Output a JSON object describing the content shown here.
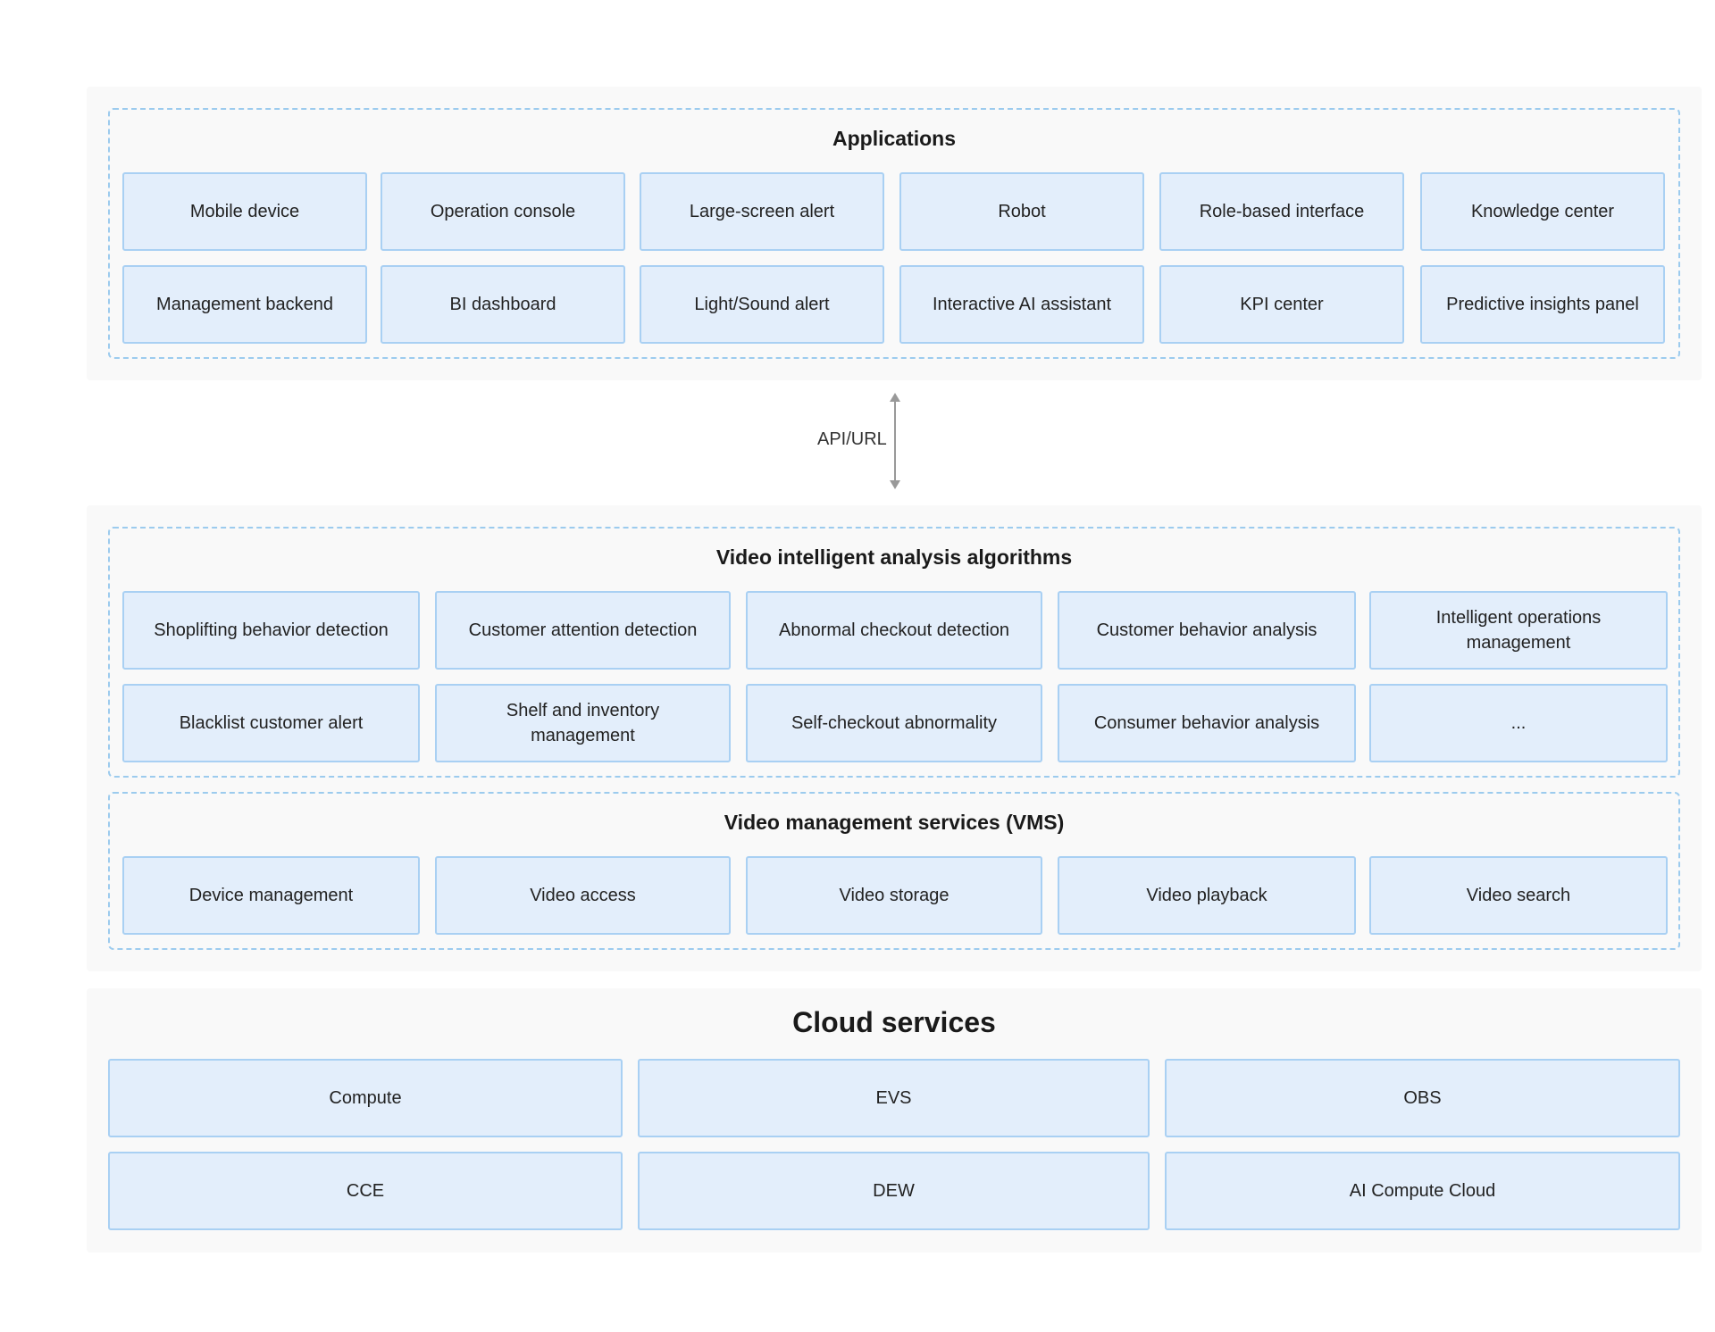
{
  "applications": {
    "title": "Applications",
    "items": [
      "Mobile device",
      "Operation console",
      "Large-screen alert",
      "Robot",
      "Role-based interface",
      "Knowledge center",
      "Management backend",
      "BI dashboard",
      "Light/Sound alert",
      "Interactive AI assistant",
      "KPI center",
      "Predictive insights panel"
    ]
  },
  "connector": {
    "label": "API/URL"
  },
  "algorithms": {
    "title": "Video intelligent analysis algorithms",
    "items": [
      "Shoplifting behavior detection",
      "Customer attention detection",
      "Abnormal checkout detection",
      "Customer behavior analysis",
      "Intelligent operations management",
      "Blacklist customer alert",
      "Shelf and inventory management",
      "Self-checkout abnormality",
      "Consumer behavior analysis",
      "..."
    ]
  },
  "vms": {
    "title": "Video management services (VMS)",
    "items": [
      "Device management",
      "Video access",
      "Video storage",
      "Video playback",
      "Video search"
    ]
  },
  "cloud": {
    "title": "Cloud services",
    "items": [
      "Compute",
      "EVS",
      "OBS",
      "CCE",
      "DEW",
      "AI Compute Cloud"
    ]
  },
  "colors": {
    "panel_bg": "#f9f9f9",
    "dashed_border": "#9ccbee",
    "box_fill": "#e3eefb",
    "box_border": "#a9d0f3",
    "arrow": "#999999"
  }
}
